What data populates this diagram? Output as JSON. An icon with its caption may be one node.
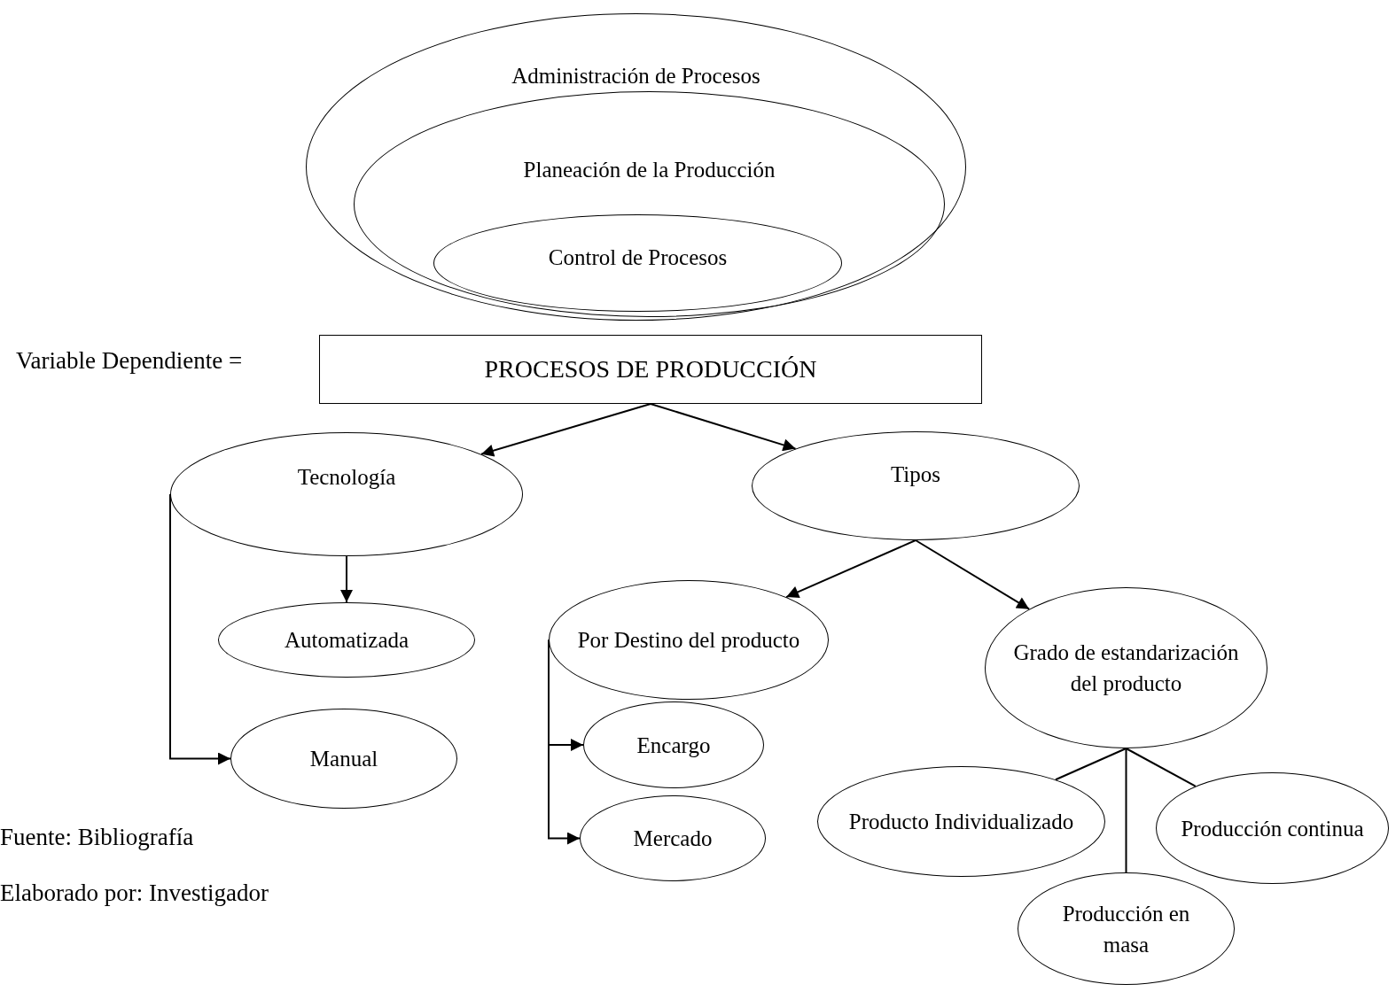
{
  "diagram": {
    "nodes": [
      {
        "text": [
          "Administración de Procesos"
        ]
      },
      {
        "text": [
          "Planeación de la Producción"
        ],
        "in": 0
      },
      {
        "text": [
          "Control de Procesos"
        ],
        "in": 1
      },
      {
        "text": [
          "PROCESOS DE PRODUCCIÓN"
        ]
      },
      {
        "text": [
          "Tecnología"
        ]
      },
      {
        "text": [
          "Tipos"
        ]
      },
      {
        "text": [
          "Automatizada"
        ]
      },
      {
        "text": [
          "Manual"
        ]
      },
      {
        "text": [
          "Por Destino del producto"
        ]
      },
      {
        "text": [
          "Grado de estandarización del producto"
        ]
      },
      {
        "text": [
          "Encargo"
        ]
      },
      {
        "text": [
          "Mercado"
        ]
      },
      {
        "text": [
          "Producto Individualizado"
        ]
      },
      {
        "text": [
          "Producción continua"
        ]
      },
      {
        "text": [
          "Producción en masa"
        ]
      }
    ],
    "edges": [
      {
        "from": 3,
        "to": 4,
        "arrow": "to"
      },
      {
        "from": 3,
        "to": 5,
        "arrow": "to"
      },
      {
        "from": 4,
        "to": 6,
        "arrow": "to"
      },
      {
        "from": 4,
        "to": 7,
        "arrow": "to"
      },
      {
        "from": 5,
        "to": 8,
        "arrow": "to"
      },
      {
        "from": 5,
        "to": 9,
        "arrow": "to"
      },
      {
        "from": 8,
        "to": 10,
        "arrow": "to"
      },
      {
        "from": 8,
        "to": 11,
        "arrow": "to"
      },
      {
        "from": 9,
        "to": 12,
        "arrow": "none"
      },
      {
        "from": 9,
        "to": 14,
        "arrow": "none"
      },
      {
        "from": 9,
        "to": 13,
        "arrow": "none"
      }
    ],
    "labels": [
      "Variable Dependiente =",
      "Fuente: Bibliografía",
      "Elaborado por: Investigador"
    ]
  }
}
